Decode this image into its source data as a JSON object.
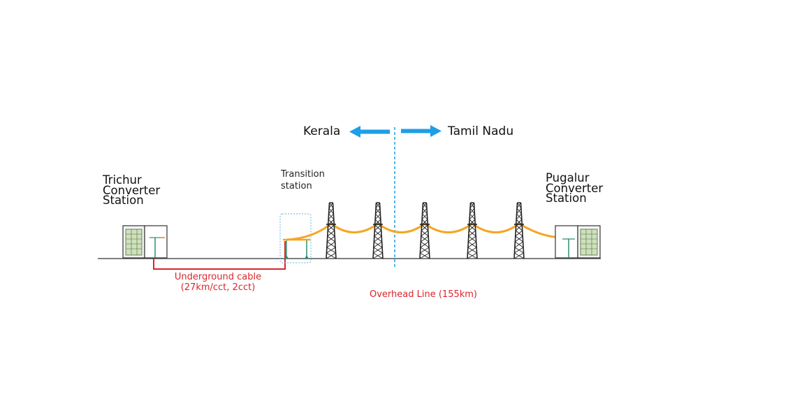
{
  "regions": {
    "left": "Kerala",
    "right": "Tamil Nadu"
  },
  "stations": {
    "left": {
      "line1": "Trichur",
      "line2": "Converter",
      "line3": "Station"
    },
    "right": {
      "line1": "Pugalur",
      "line2": "Converter",
      "line3": "Station"
    },
    "transition": {
      "line1": "Transition",
      "line2": "station"
    }
  },
  "links": {
    "underground": {
      "line1": "Underground cable",
      "line2": "(27km/cct, 2cct)"
    },
    "overhead": "Overhead Line (155km)"
  },
  "colors": {
    "ground": "#555555",
    "conductor": "#f5a623",
    "cable": "#d9262b",
    "divider": "#29a3e0",
    "arrow": "#1e9ee6",
    "tower": "#222222",
    "equipment": "#2f8f6a"
  }
}
